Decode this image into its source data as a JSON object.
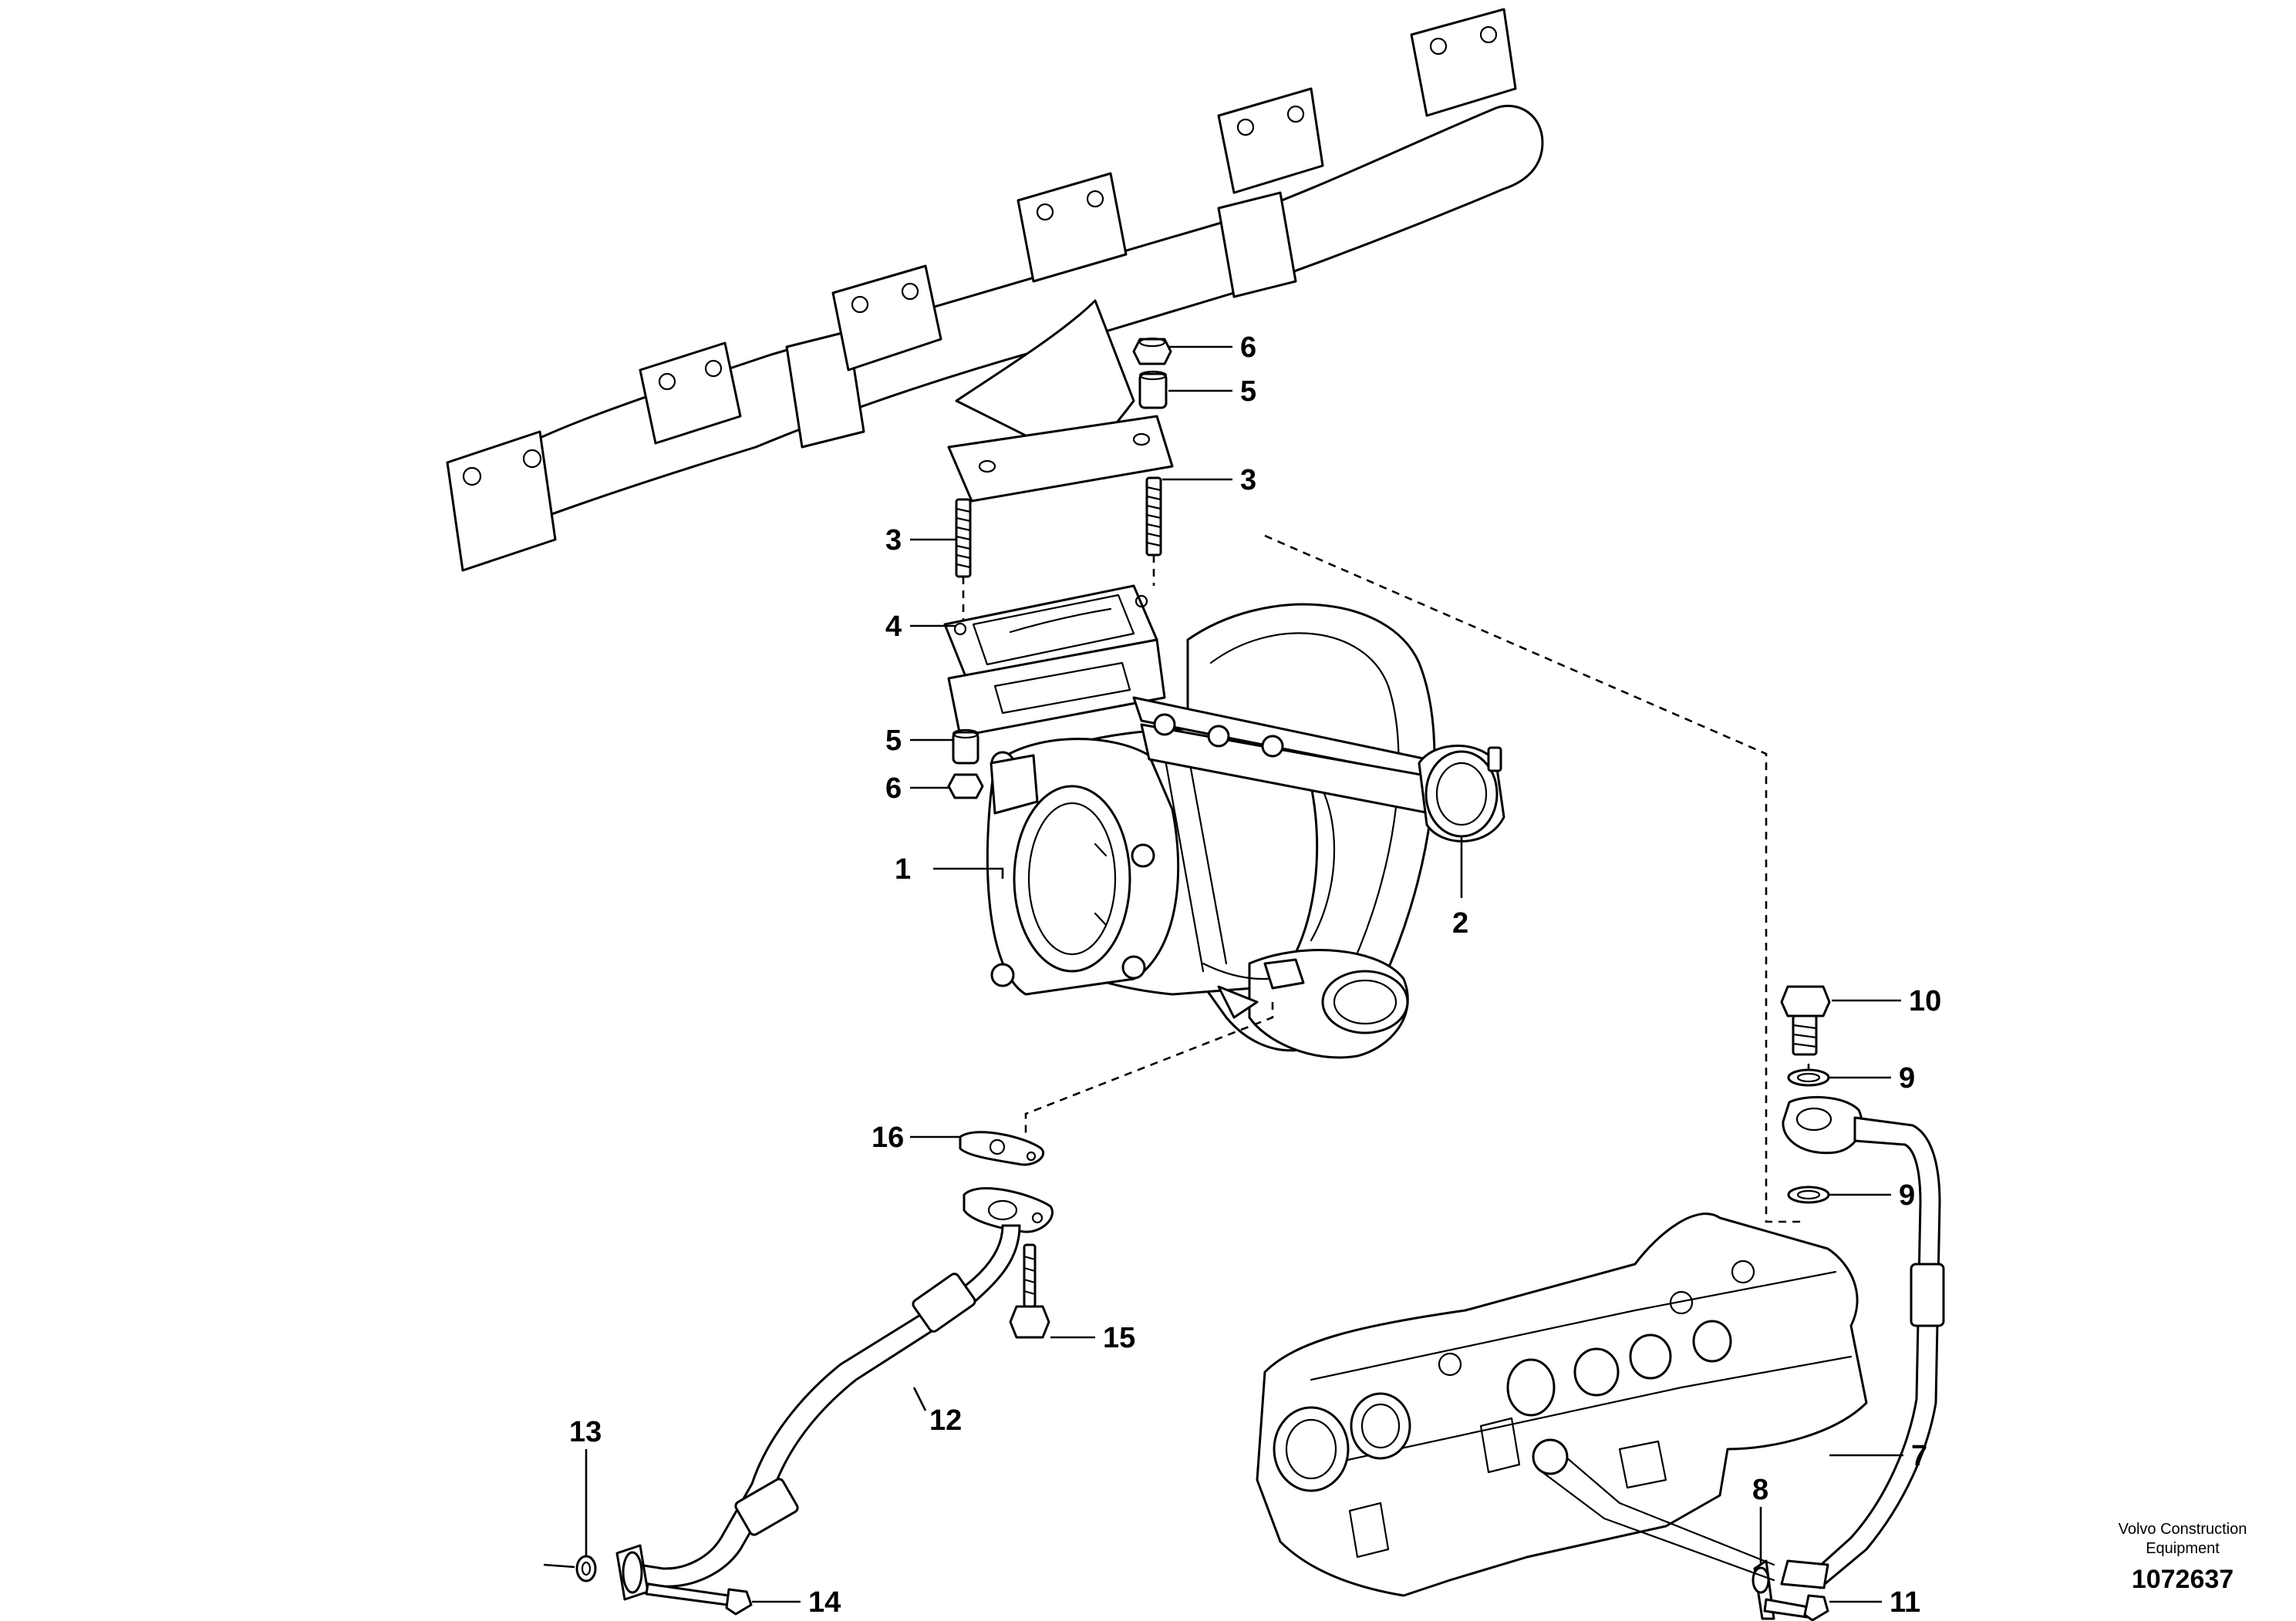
{
  "callouts": {
    "c1": "1",
    "c2": "2",
    "c3a": "3",
    "c3b": "3",
    "c4": "4",
    "c5a": "5",
    "c5b": "5",
    "c6a": "6",
    "c6b": "6",
    "c7": "7",
    "c8": "8",
    "c9a": "9",
    "c9b": "9",
    "c10": "10",
    "c11": "11",
    "c12": "12",
    "c13": "13",
    "c14": "14",
    "c15": "15",
    "c16": "16"
  },
  "footer": {
    "company_line1": "Volvo Construction",
    "company_line2": "Equipment",
    "document_number": "1072637"
  }
}
